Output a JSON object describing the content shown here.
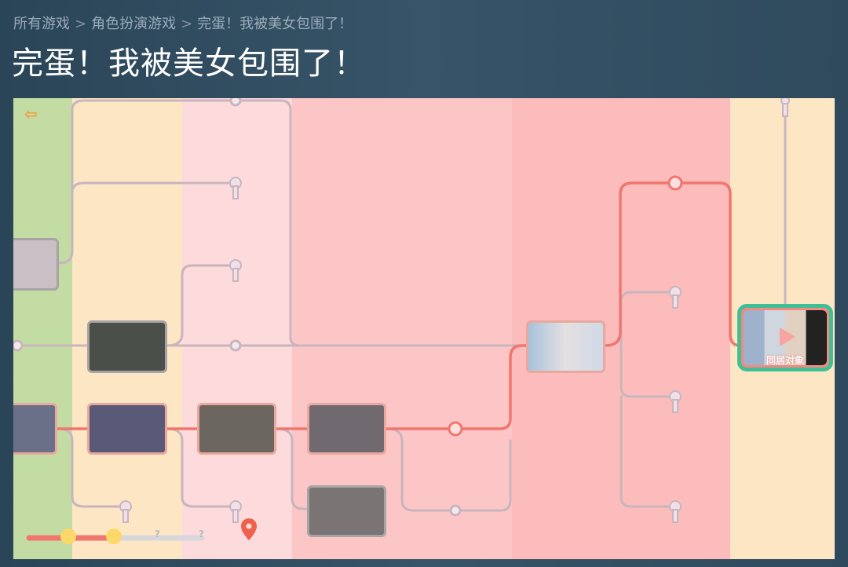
{
  "breadcrumb": {
    "items": [
      "所有游戏",
      "角色扮演游戏",
      "完蛋！我被美女包围了！"
    ],
    "separator": ">"
  },
  "page_title": "完蛋！我被美女包围了！",
  "story_map": {
    "back_icon": "arrow-left-icon",
    "selected_node_label": "同居对象",
    "progress": {
      "unlocked": 2,
      "total": 4,
      "locked_marker": "?"
    },
    "colors": {
      "active_path": "#f0766e",
      "inactive_path": "#c9b5bd",
      "selected_border": "#3fbf95"
    }
  }
}
